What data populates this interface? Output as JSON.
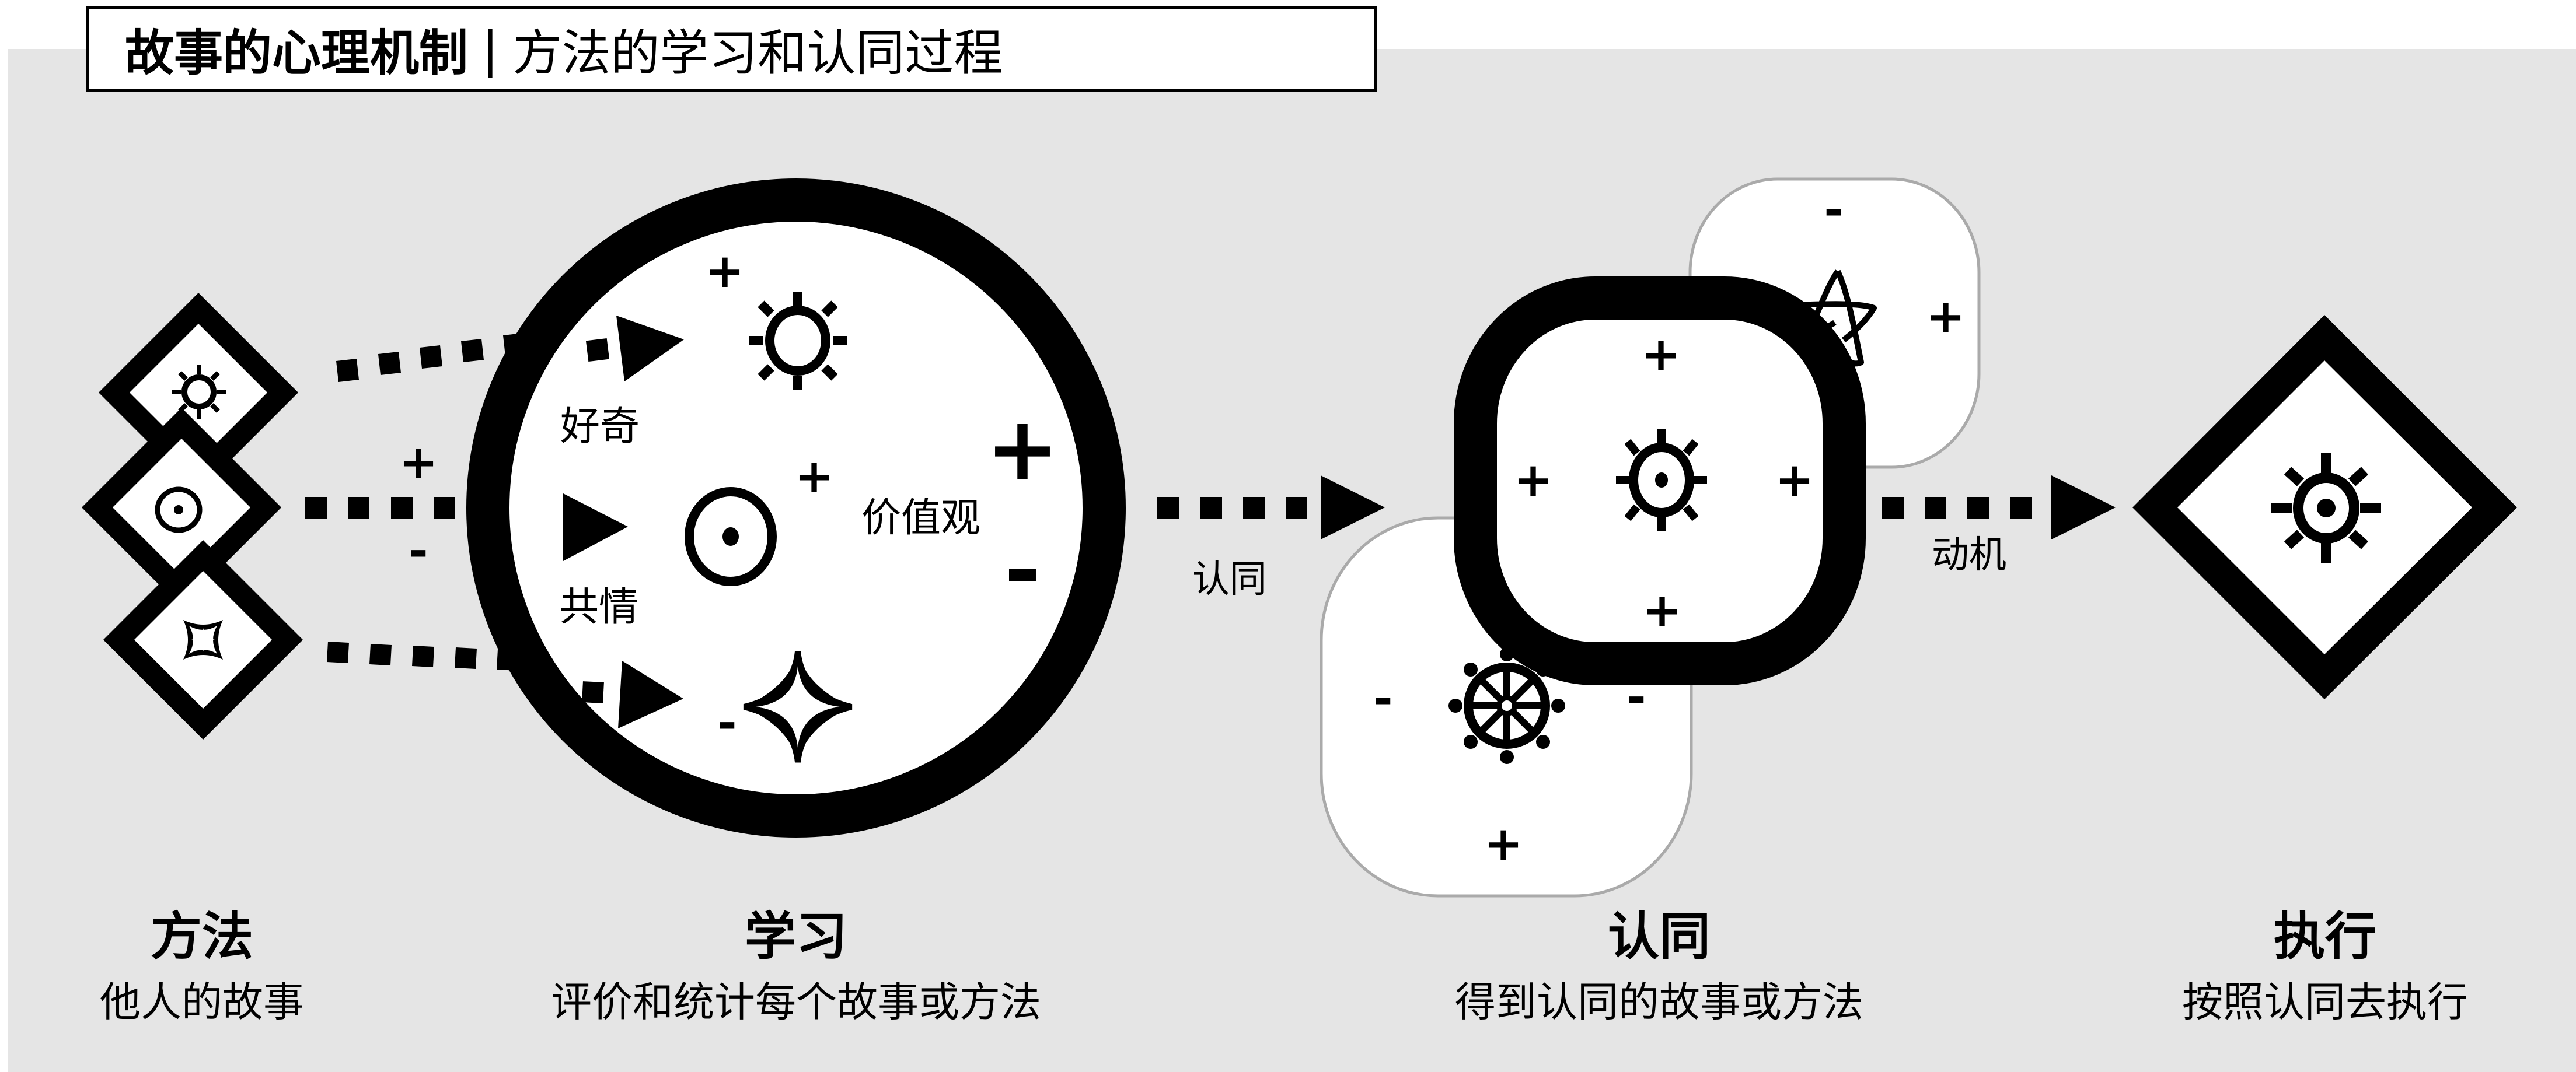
{
  "title": {
    "main": "故事的心理机制",
    "separator": "|",
    "subtitle": "方法的学习和认同过程"
  },
  "colors": {
    "background": "#e5e5e5",
    "ink": "#000000",
    "card": "#ffffff",
    "card_border": "#aaaaaa"
  },
  "stages": [
    {
      "name": "方法",
      "desc": "他人的故事"
    },
    {
      "name": "学习",
      "desc": "评价和统计每个故事或方法"
    },
    {
      "name": "认同",
      "desc": "得到认同的故事或方法"
    },
    {
      "name": "执行",
      "desc": "按照认同去执行"
    }
  ],
  "method_inputs": {
    "items": [
      {
        "icon": "sun-icon"
      },
      {
        "icon": "dot-circle-icon"
      },
      {
        "icon": "four-point-star-icon"
      }
    ],
    "signs": {
      "plus": "+",
      "minus": "-"
    }
  },
  "learning_circle": {
    "labels": {
      "curiosity": "好奇",
      "empathy": "共情",
      "values": "价值观"
    },
    "signs": {
      "sun_plus": "+",
      "dot_plus": "+",
      "star_minus": "-",
      "values_plus": "+",
      "values_minus": "-"
    }
  },
  "arrows": {
    "learn_to_identify_label": "认同",
    "identify_to_execute_label": "动机"
  },
  "identity_cluster": {
    "main_card_signs": {
      "top": "+",
      "left": "+",
      "right": "+",
      "bottom": "+"
    },
    "top_card_signs": {
      "top": "-",
      "right": "+"
    },
    "bottom_card_signs": {
      "left": "-",
      "right": "-",
      "bottom": "+"
    }
  }
}
